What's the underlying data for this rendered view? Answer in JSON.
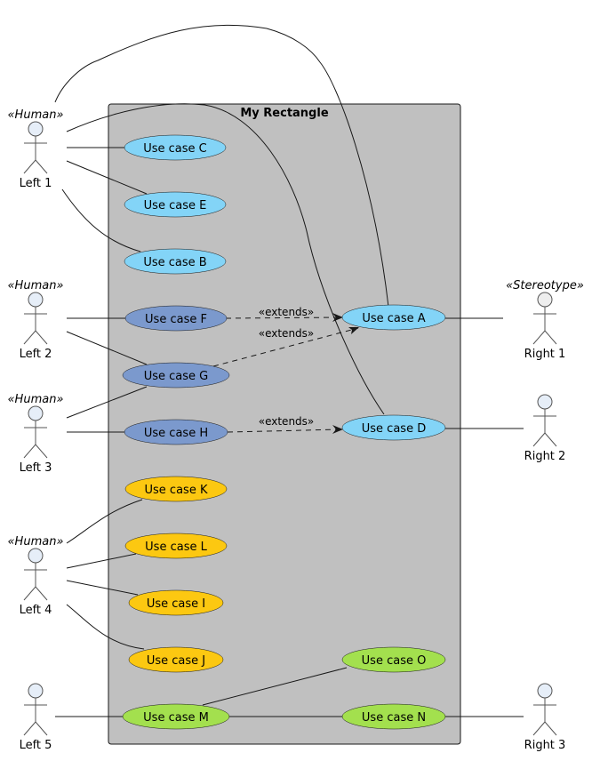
{
  "diagram": {
    "type": "use-case",
    "container": {
      "title": "My Rectangle",
      "color": "#c0c0c0"
    },
    "stereotypes": {
      "human": "«Human»",
      "stereotype": "«Stereotype»"
    },
    "colors": {
      "lightblue": "#83d4f7",
      "steelblue": "#7b99cd",
      "gold": "#fcc811",
      "green": "#a3e04e",
      "actor_fill": "#e6eef8",
      "actor_fill_alt": "#eeeeee"
    },
    "actors": [
      {
        "id": "left1",
        "label": "Left 1",
        "stereotype": "«Human»"
      },
      {
        "id": "left2",
        "label": "Left 2",
        "stereotype": "«Human»"
      },
      {
        "id": "left3",
        "label": "Left 3",
        "stereotype": "«Human»"
      },
      {
        "id": "left4",
        "label": "Left 4",
        "stereotype": "«Human»"
      },
      {
        "id": "left5",
        "label": "Left 5",
        "stereotype": ""
      },
      {
        "id": "right1",
        "label": "Right 1",
        "stereotype": "«Stereotype»"
      },
      {
        "id": "right2",
        "label": "Right 2",
        "stereotype": ""
      },
      {
        "id": "right3",
        "label": "Right 3",
        "stereotype": ""
      }
    ],
    "usecases": [
      {
        "id": "C",
        "label": "Use case C",
        "color": "#83d4f7"
      },
      {
        "id": "E",
        "label": "Use case E",
        "color": "#83d4f7"
      },
      {
        "id": "B",
        "label": "Use case B",
        "color": "#83d4f7"
      },
      {
        "id": "F",
        "label": "Use case F",
        "color": "#7b99cd"
      },
      {
        "id": "G",
        "label": "Use case G",
        "color": "#7b99cd"
      },
      {
        "id": "H",
        "label": "Use case H",
        "color": "#7b99cd"
      },
      {
        "id": "K",
        "label": "Use case K",
        "color": "#fcc811"
      },
      {
        "id": "L",
        "label": "Use case L",
        "color": "#fcc811"
      },
      {
        "id": "I",
        "label": "Use case I",
        "color": "#fcc811"
      },
      {
        "id": "J",
        "label": "Use case J",
        "color": "#fcc811"
      },
      {
        "id": "M",
        "label": "Use case M",
        "color": "#a3e04e"
      },
      {
        "id": "A",
        "label": "Use case A",
        "color": "#83d4f7"
      },
      {
        "id": "D",
        "label": "Use case D",
        "color": "#83d4f7"
      },
      {
        "id": "O",
        "label": "Use case O",
        "color": "#a3e04e"
      },
      {
        "id": "N",
        "label": "Use case N",
        "color": "#a3e04e"
      }
    ],
    "extends_label": "«extends»",
    "relations": [
      {
        "from": "left1",
        "to": "C"
      },
      {
        "from": "left1",
        "to": "E"
      },
      {
        "from": "left1",
        "to": "B"
      },
      {
        "from": "left1",
        "to": "A"
      },
      {
        "from": "left1",
        "to": "D"
      },
      {
        "from": "left2",
        "to": "F"
      },
      {
        "from": "left2",
        "to": "G"
      },
      {
        "from": "left3",
        "to": "G"
      },
      {
        "from": "left3",
        "to": "H"
      },
      {
        "from": "left4",
        "to": "K"
      },
      {
        "from": "left4",
        "to": "L"
      },
      {
        "from": "left4",
        "to": "I"
      },
      {
        "from": "left4",
        "to": "J"
      },
      {
        "from": "left5",
        "to": "M"
      },
      {
        "from": "M",
        "to": "O"
      },
      {
        "from": "M",
        "to": "N"
      },
      {
        "from": "A",
        "to": "right1"
      },
      {
        "from": "D",
        "to": "right2"
      },
      {
        "from": "N",
        "to": "right3"
      },
      {
        "from": "F",
        "to": "A",
        "type": "extends",
        "label": "«extends»"
      },
      {
        "from": "G",
        "to": "A",
        "type": "extends",
        "label": "«extends»"
      },
      {
        "from": "H",
        "to": "D",
        "type": "extends",
        "label": "«extends»"
      }
    ]
  }
}
